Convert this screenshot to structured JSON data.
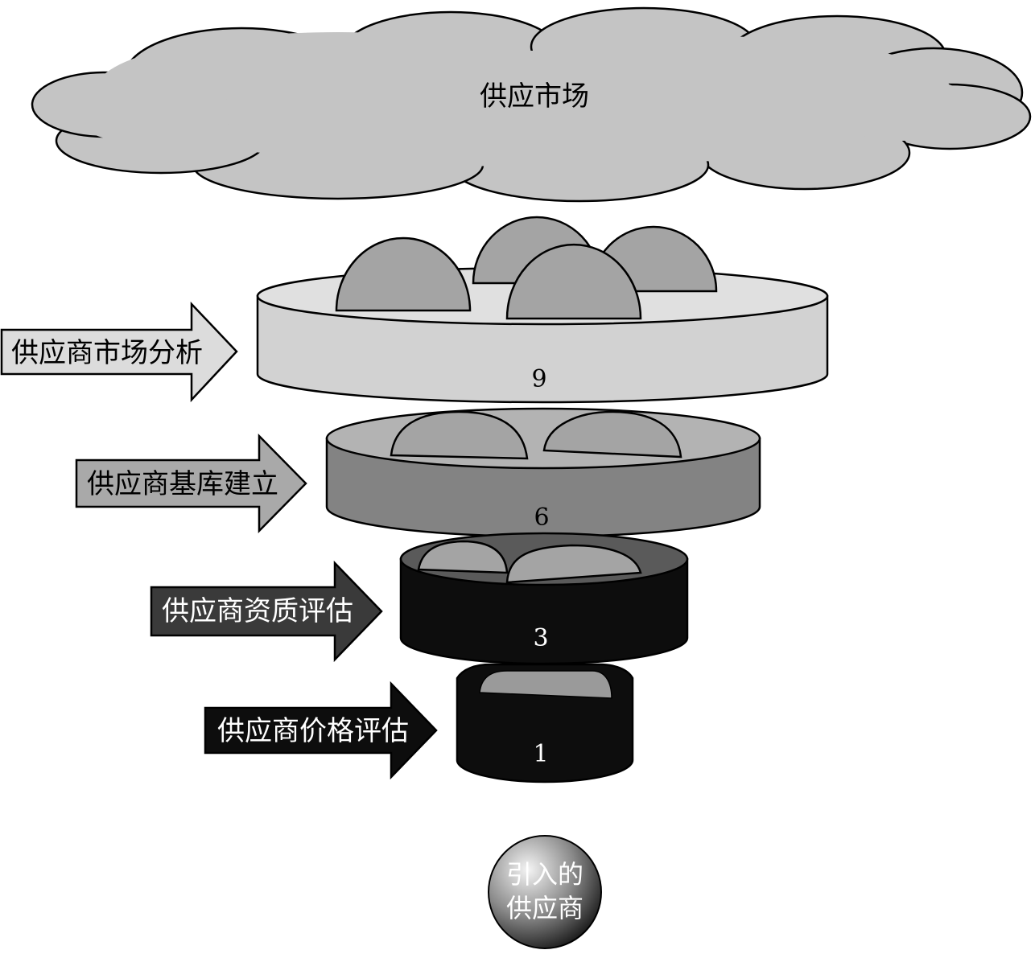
{
  "cloud": {
    "label": "供应市场"
  },
  "stages": [
    {
      "arrow_label": "供应商市场分析",
      "count": "9"
    },
    {
      "arrow_label": "供应商基库建立",
      "count": "6"
    },
    {
      "arrow_label": "供应商资质评估",
      "count": "3"
    },
    {
      "arrow_label": "供应商价格评估",
      "count": "1"
    }
  ],
  "result": {
    "line1": "引入的",
    "line2": "供应商"
  },
  "colors": {
    "cloud": "#c4c4c4",
    "stage1_body": "#d2d2d2",
    "stage2_body": "#838383",
    "stage3_body": "#0d0d0d",
    "stage4_body": "#0d0d0d",
    "dome": "#a4a4a4",
    "arrow1": "#dcdcdc",
    "arrow2": "#a9a9a9",
    "arrow3": "#3a3a3a",
    "arrow4": "#0d0d0d",
    "outline": "#000000"
  }
}
